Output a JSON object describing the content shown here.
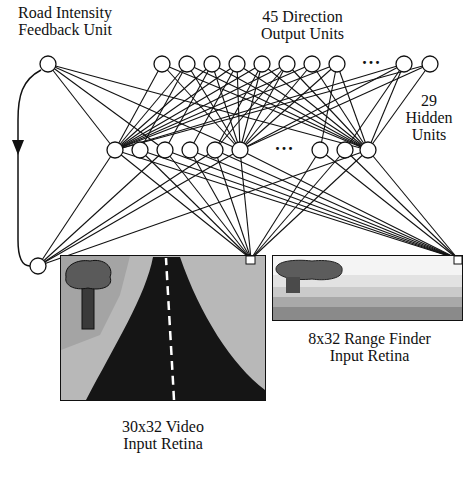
{
  "diagram": {
    "nodes": [
      {
        "text": [
          "Road Intensity Feedback Unit"
        ]
      },
      {
        "text": [
          "30x32 Video Input Retina"
        ]
      },
      {
        "text": [
          "8x32 Range Finder Input Retina"
        ]
      }
    ],
    "labels": [
      "45 Direction Output Units",
      "29 Hidden Units",
      "...",
      "..."
    ]
  }
}
